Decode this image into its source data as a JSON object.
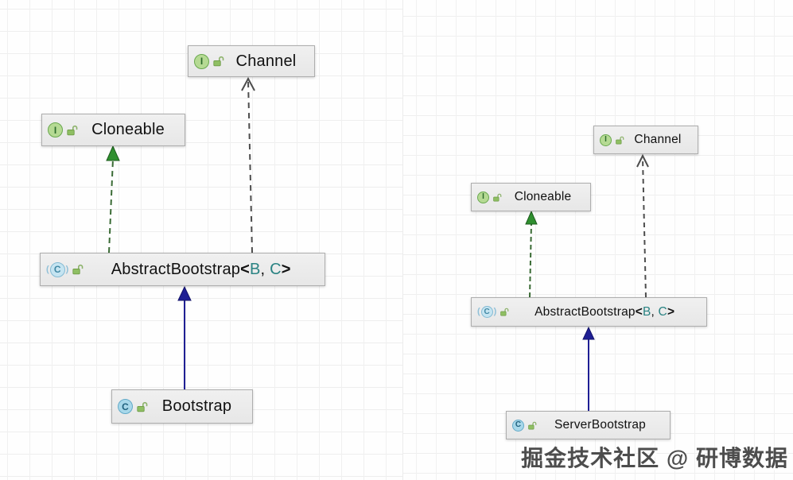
{
  "diagrams": {
    "left": {
      "nodes": [
        {
          "label": "Channel",
          "icon_letter": "I",
          "kind": "interface",
          "visibility": "public"
        },
        {
          "label": "Cloneable",
          "icon_letter": "I",
          "kind": "interface",
          "visibility": "public"
        },
        {
          "label": "AbstractBootstrap",
          "icon_letter": "C",
          "kind": "abstract-class",
          "visibility": "public",
          "generic_open": "<",
          "generic_param1": "B",
          "generic_sep": ", ",
          "generic_param2": "C",
          "generic_close": ">"
        },
        {
          "label": "Bootstrap",
          "icon_letter": "C",
          "kind": "class",
          "visibility": "public"
        }
      ],
      "edges": [
        {
          "from": "Bootstrap",
          "to": "AbstractBootstrap<B, C>",
          "type": "extends",
          "style": "solid-blue-filled-arrow"
        },
        {
          "from": "AbstractBootstrap<B, C>",
          "to": "Cloneable",
          "type": "implements",
          "style": "dashed-green-filled-arrow"
        },
        {
          "from": "AbstractBootstrap<B, C>",
          "to": "Channel",
          "type": "dependency",
          "style": "dashed-gray-open-arrow"
        }
      ]
    },
    "right": {
      "nodes": [
        {
          "label": "Channel",
          "icon_letter": "I",
          "kind": "interface",
          "visibility": "public"
        },
        {
          "label": "Cloneable",
          "icon_letter": "I",
          "kind": "interface",
          "visibility": "public"
        },
        {
          "label": "AbstractBootstrap",
          "icon_letter": "C",
          "kind": "abstract-class",
          "visibility": "public",
          "generic_open": "<",
          "generic_param1": "B",
          "generic_sep": ", ",
          "generic_param2": "C",
          "generic_close": ">"
        },
        {
          "label": "ServerBootstrap",
          "icon_letter": "C",
          "kind": "class",
          "visibility": "public"
        }
      ],
      "edges": [
        {
          "from": "ServerBootstrap",
          "to": "AbstractBootstrap<B, C>",
          "type": "extends",
          "style": "solid-blue-filled-arrow"
        },
        {
          "from": "AbstractBootstrap<B, C>",
          "to": "Cloneable",
          "type": "implements",
          "style": "dashed-green-filled-arrow"
        },
        {
          "from": "AbstractBootstrap<B, C>",
          "to": "Channel",
          "type": "dependency",
          "style": "dashed-gray-open-arrow"
        }
      ]
    }
  },
  "watermark": {
    "text": "掘金技术社区 @ 研博数据"
  },
  "colors": {
    "extends_arrow": "#1f1f94",
    "implements_arrow_line": "#3a6b35",
    "implements_arrow_head": "#2f8f2f",
    "dependency_arrow": "#4d4d4d",
    "generic_param": "#2a8383",
    "node_fill": "#ececec",
    "node_border": "#aeaeae",
    "interface_icon": "#b5da93",
    "class_icon": "#a8d8ea"
  }
}
